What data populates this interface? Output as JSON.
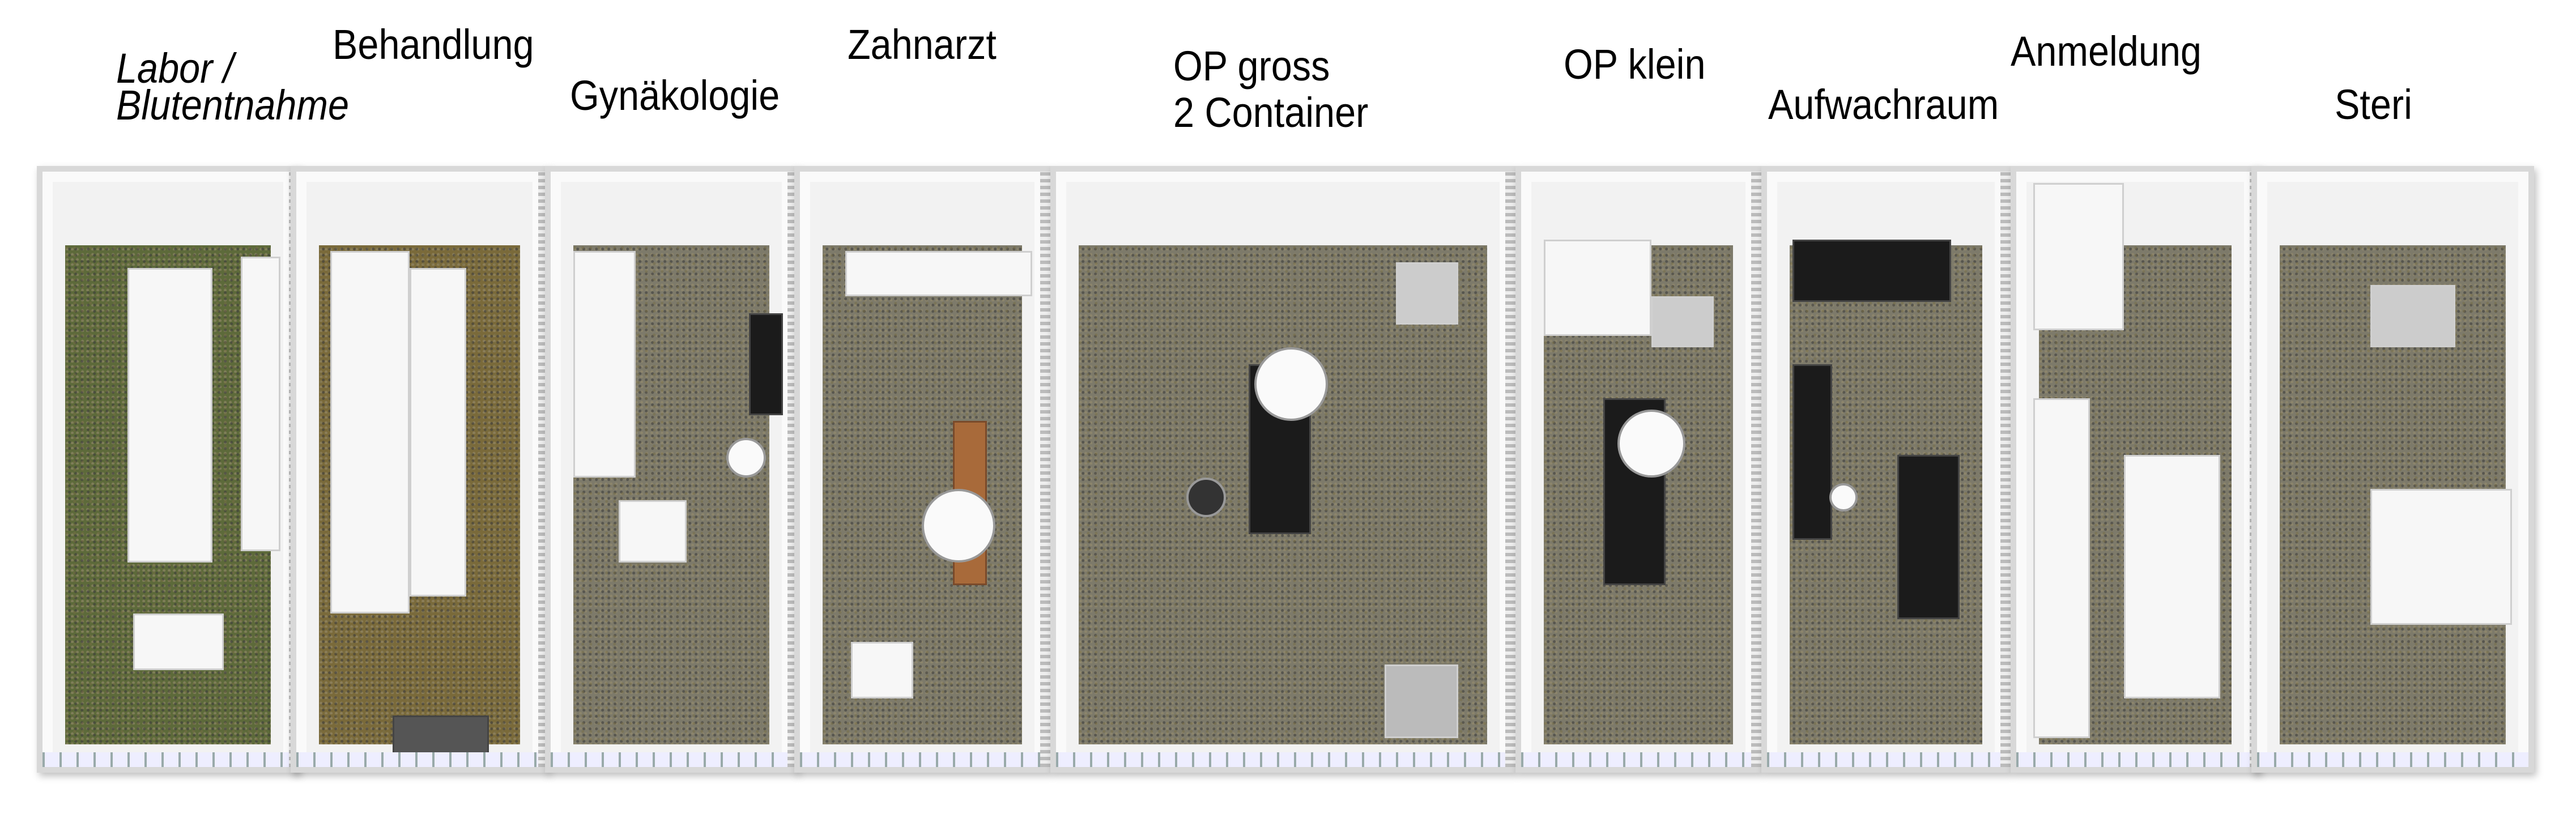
{
  "labels": {
    "labor_line1": "Labor /",
    "labor_line2": "Blutentnahme",
    "behandlung": "Behandlung",
    "gynaekologie": "Gynäkologie",
    "zahnarzt": "Zahnarzt",
    "op_gross_line1": "OP gross",
    "op_gross_line2": "2 Container",
    "op_klein": "OP klein",
    "aufwachraum": "Aufwachraum",
    "anmeldung": "Anmeldung",
    "steri": "Steri"
  }
}
